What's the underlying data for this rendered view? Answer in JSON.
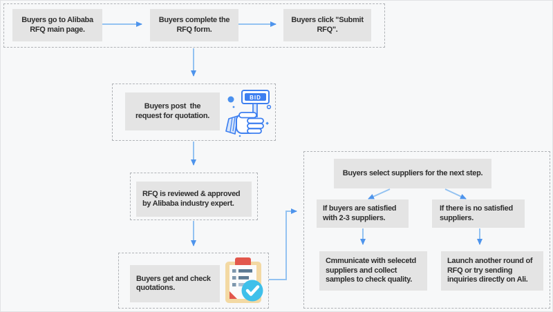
{
  "colors": {
    "background": "#f7f8f9",
    "node_fill": "#e4e4e4",
    "dashed_border": "#afb2b6",
    "arrow_line": "#93c2f1",
    "arrow_head": "#4e94ec",
    "text": "#2e2e2e",
    "icon_blue": "#3d7ff0",
    "clipboard_tan": "#f3d9a3",
    "clip_red": "#e2574c",
    "check_circle_blue": "#3fc0ea"
  },
  "nodes": {
    "step1": {
      "lines": [
        "Buyers go to Alibaba",
        "RFQ main page."
      ]
    },
    "step2": {
      "lines": [
        "Buyers complete the",
        "RFQ form."
      ]
    },
    "step3": {
      "lines": [
        "Buyers click \"Submit",
        "RFQ\"."
      ]
    },
    "post_request": {
      "lines": [
        "Buyers post  the",
        "request for quotation."
      ]
    },
    "review": {
      "lines": [
        "RFQ is reviewed & approved",
        "by Alibaba industry expert."
      ]
    },
    "get_quotations": {
      "lines": [
        "Buyers get and check",
        "quotations."
      ]
    },
    "select_suppliers": {
      "lines": [
        "Buyers select suppliers for the next step."
      ]
    },
    "satisfied": {
      "lines": [
        "If buyers are satisfied",
        "with 2-3 suppliers."
      ]
    },
    "no_satisfied": {
      "lines": [
        "If there is no satisfied",
        "suppliers."
      ]
    },
    "communicate": {
      "lines": [
        "Cmmunicate with selecetd",
        "suppliers and collect",
        "samples to check quality."
      ]
    },
    "launch_another": {
      "lines": [
        "Launch another round of",
        "RFQ or try sending",
        "inquiries directly on Ali."
      ]
    }
  },
  "icons": {
    "bid_sign_label": "BID"
  }
}
